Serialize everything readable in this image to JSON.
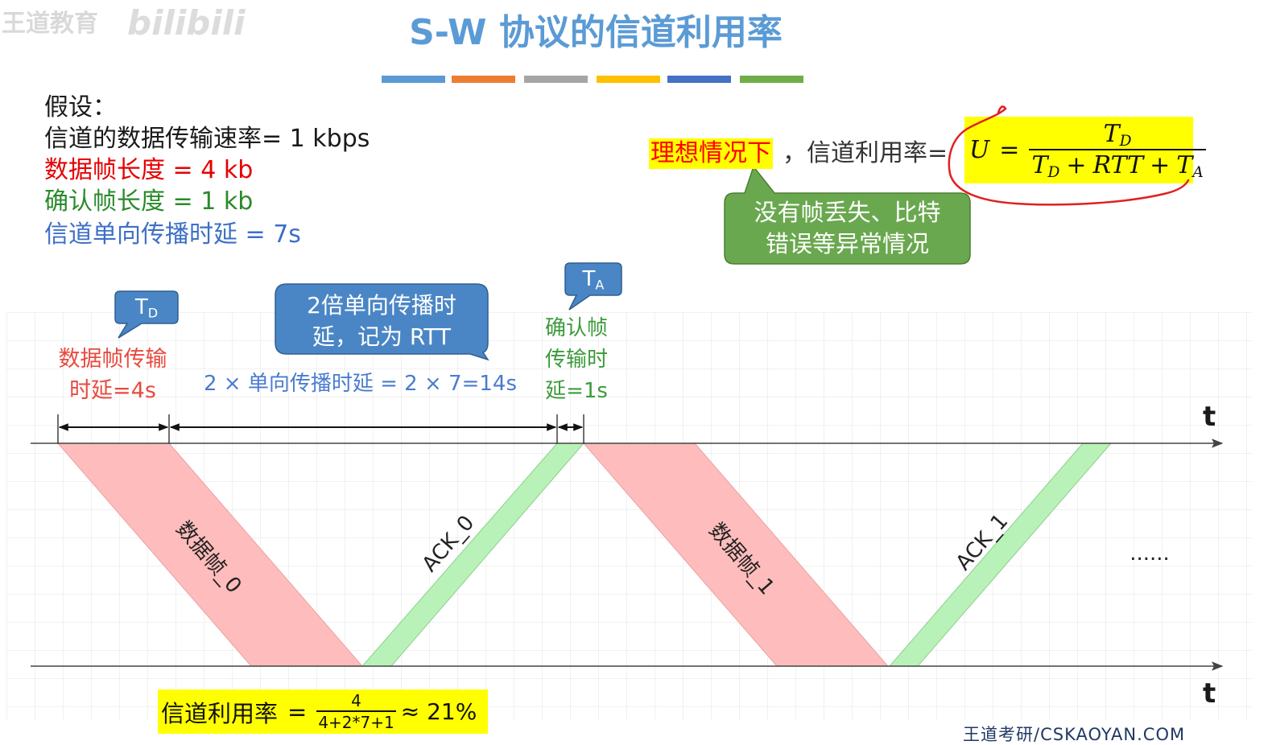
{
  "watermark": {
    "brand": "王道教育",
    "site": "bilibili"
  },
  "title": "S-W 协议的信道利用率",
  "color_bars": [
    "#5b9bd5",
    "#ed7d31",
    "#a5a5a5",
    "#ffc000",
    "#4472c4",
    "#70ad47"
  ],
  "colors": {
    "title": "#5b9bd5",
    "red": "#e60000",
    "green": "#2a8a2a",
    "blue": "#3d6fc7",
    "red2": "#e84a3f",
    "green2": "#3b9b3b",
    "blue2": "#4a7bd0",
    "highlight": "#ffff00",
    "callout": "#4a86c5",
    "note_bubble": "#6aa84f",
    "data_frame": "#ffbcbc",
    "ack_frame": "#b8f2b8"
  },
  "assumptions": {
    "heading": "假设：",
    "rate": "信道的数据传输速率= 1 kbps",
    "data_frame_length": "数据帧长度 = 4 kb",
    "ack_frame_length": "确认帧长度 = 1 kb",
    "propagation_delay": "信道单向传播时延 = 7s"
  },
  "ideal": {
    "condition": "理想情况下",
    "text": "，信道利用率=",
    "formula": {
      "lhs": "U",
      "eq": "=",
      "numerator": {
        "base": "T",
        "sub": "D"
      },
      "denominator": {
        "t1": {
          "base": "T",
          "sub": "D"
        },
        "op1": "+",
        "mid": "RTT",
        "op2": "+",
        "t2": {
          "base": "T",
          "sub": "A"
        }
      }
    },
    "note": [
      "没有帧丢失、比特",
      "错误等异常情况"
    ]
  },
  "diagram": {
    "td_callout": {
      "base": "T",
      "sub": "D"
    },
    "td_label": [
      "数据帧传输",
      "时延=4s"
    ],
    "rtt_callout": [
      "2倍单向传播时",
      "延，记为 RTT"
    ],
    "rtt_label": "2 × 单向传播时延 = 2 × 7=14s",
    "ta_callout": {
      "base": "T",
      "sub": "A"
    },
    "ta_label": [
      "确认帧",
      "传输时",
      "延=1s"
    ],
    "axis_label": "t",
    "frames": [
      "数据帧_0",
      "ACK_0",
      "数据帧_1",
      "ACK_1"
    ],
    "continuation": "......"
  },
  "result": {
    "label": "信道利用率",
    "eq": "=",
    "numerator": "4",
    "denominator": "4+2*7+1",
    "approx": "≈ 21%"
  },
  "footer": "王道考研/CSKAOYAN.COM"
}
